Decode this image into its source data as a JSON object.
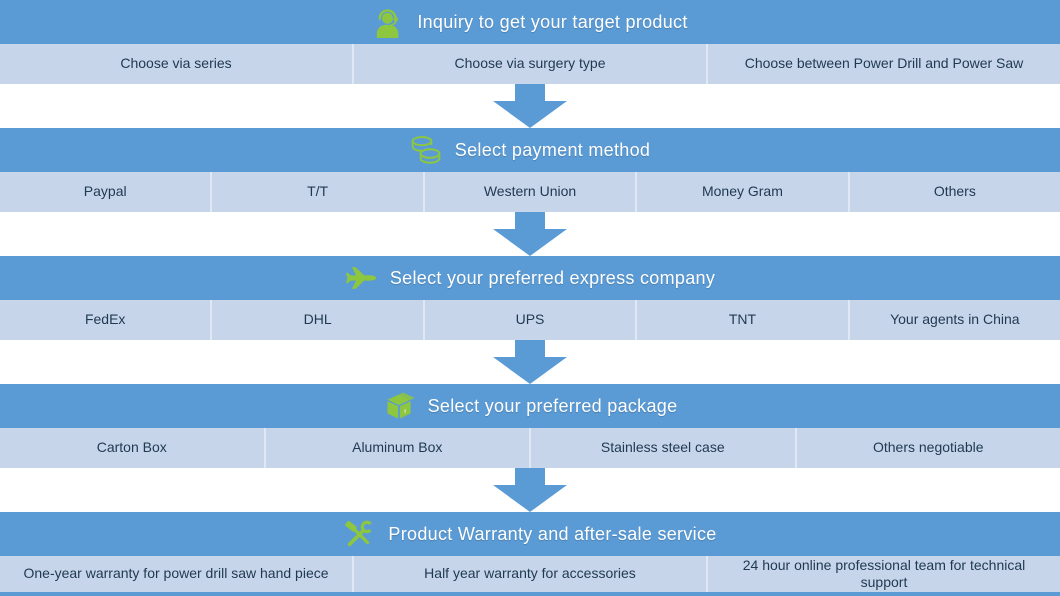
{
  "colors": {
    "header_blue": "#5b9bd5",
    "row_light_blue": "#c6d5ea",
    "cell_divider": "#dfe8f4",
    "text_dark": "#1f3950",
    "title_white": "#ffffff",
    "icon_green": "#8dc63f",
    "arrow_blue": "#5b9bd5"
  },
  "sections": [
    {
      "id": "inquiry",
      "icon": "headset-icon",
      "title": "Inquiry to get your target product",
      "options": [
        "Choose via series",
        "Choose via surgery type",
        "Choose between Power Drill and Power Saw"
      ]
    },
    {
      "id": "payment",
      "icon": "coins-icon",
      "title": "Select payment method",
      "options": [
        "Paypal",
        "T/T",
        "Western Union",
        "Money Gram",
        "Others"
      ]
    },
    {
      "id": "express",
      "icon": "airplane-icon",
      "title": "Select your preferred express company",
      "options": [
        "FedEx",
        "DHL",
        "UPS",
        "TNT",
        "Your agents in China"
      ]
    },
    {
      "id": "package",
      "icon": "package-icon",
      "title": "Select your preferred package",
      "options": [
        "Carton Box",
        "Aluminum Box",
        "Stainless steel case",
        "Others negotiable"
      ]
    },
    {
      "id": "warranty",
      "icon": "tools-icon",
      "title": "Product Warranty and after-sale service",
      "options": [
        "One-year warranty for power drill saw hand piece",
        "Half year warranty for accessories",
        "24 hour online professional team for technical support"
      ]
    }
  ]
}
